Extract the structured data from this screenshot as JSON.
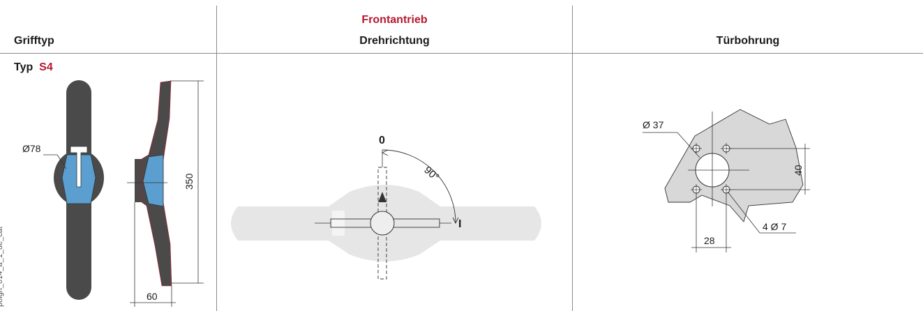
{
  "header": {
    "col1_title": "Grifftyp",
    "col2_supertitle": "Frontantrieb",
    "col2_title": "Drehrichtung",
    "col3_title": "Türbohrung"
  },
  "handle": {
    "type_prefix": "Typ",
    "type_code": "S4",
    "diameter_label": "Ø78",
    "height_label": "350",
    "depth_label": "60"
  },
  "rotation": {
    "off_label": "0",
    "on_label": "I",
    "angle_label": "90°"
  },
  "door_drilling": {
    "center_hole_label": "Ø 37",
    "vertical_spacing_label": "40",
    "horizontal_spacing_label": "28",
    "holes_label": "4 Ø 7"
  },
  "figure_code": "poign_014_a_1_de_cat",
  "colors": {
    "accent": "#b5172e",
    "handle_dark": "#4a4a4a",
    "handle_blue": "#5a9fcf",
    "drilling_plate": "#d8d8d8",
    "ghost_handle": "#e6e6e6"
  }
}
